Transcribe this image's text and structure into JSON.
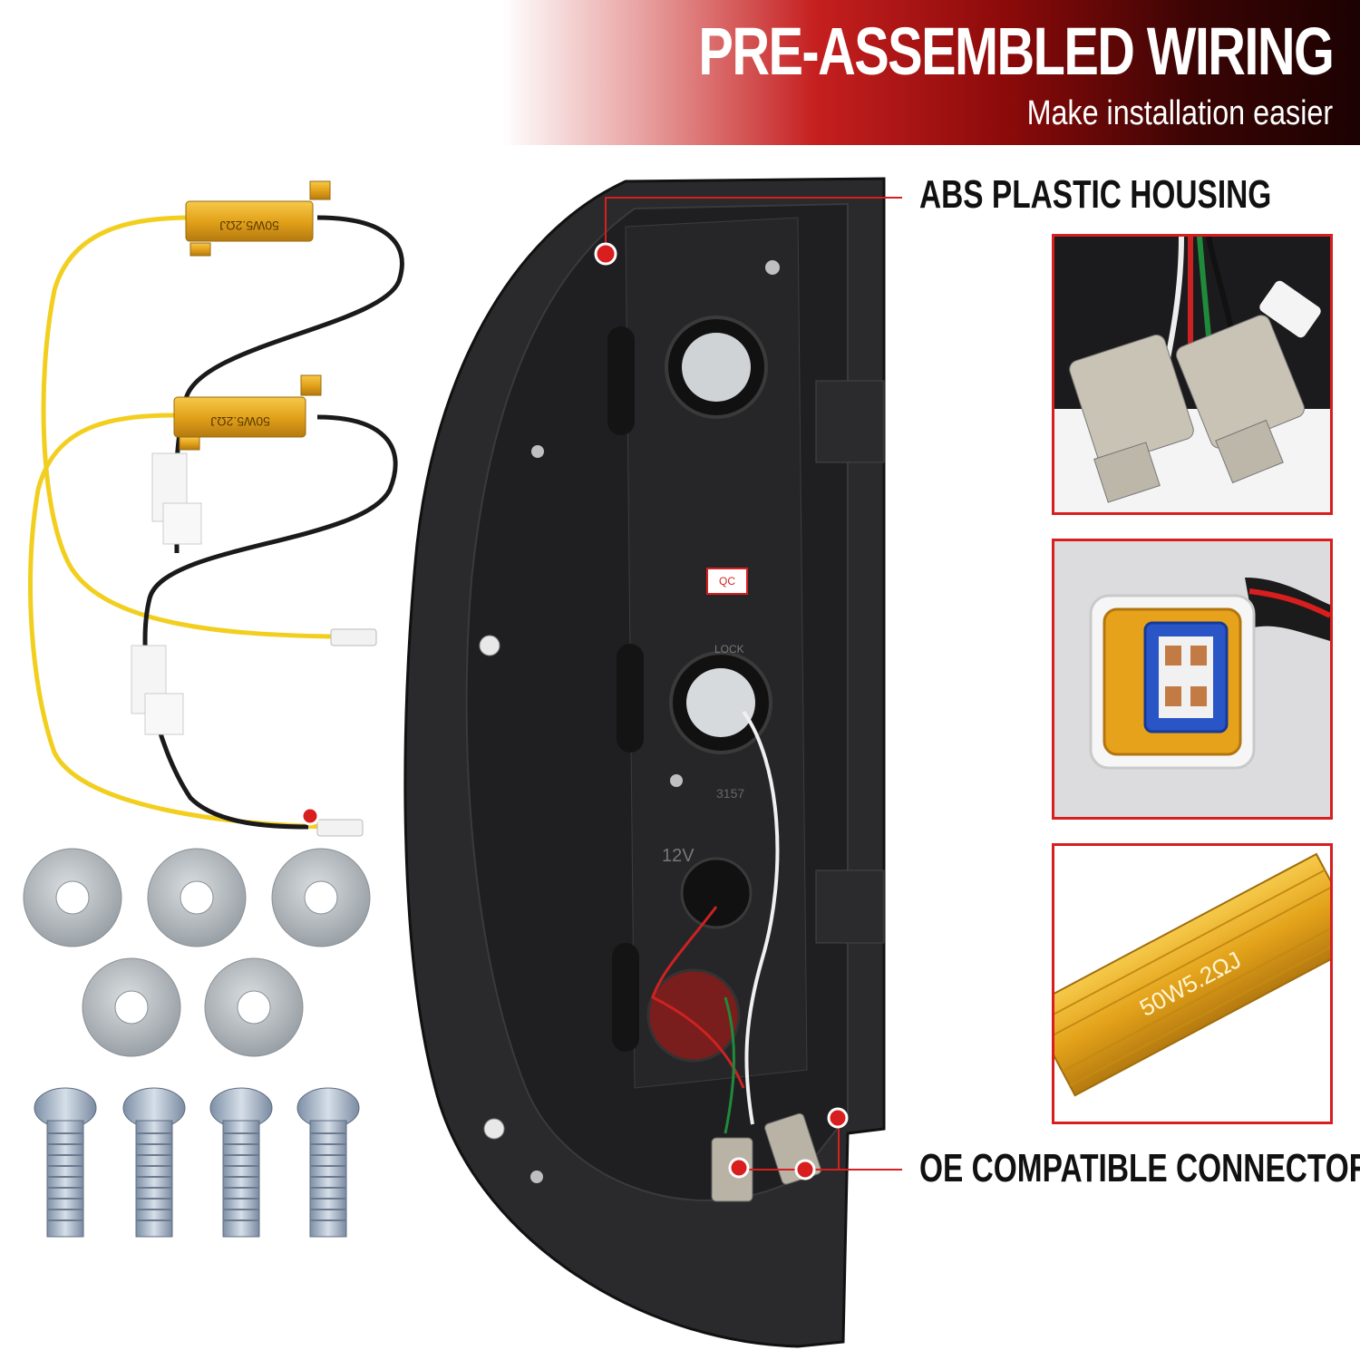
{
  "header": {
    "title": "PRE-ASSEMBLED WIRING",
    "subtitle": "Make installation easier"
  },
  "callouts": {
    "housing": "ABS PLASTIC HOUSING",
    "connectors": "OE COMPATIBLE CONNECTORS"
  },
  "resistor_label": "50W5.2ΩJ",
  "marking_12v": "12V",
  "marking_3157": "3157",
  "marking_lock": "LOCK",
  "qc_label": "QC",
  "colors": {
    "accent_red": "#d81e1e",
    "banner_dark": "#1c0202",
    "resistor_gold": "#e3a21a",
    "housing_black": "#1f1f21"
  }
}
